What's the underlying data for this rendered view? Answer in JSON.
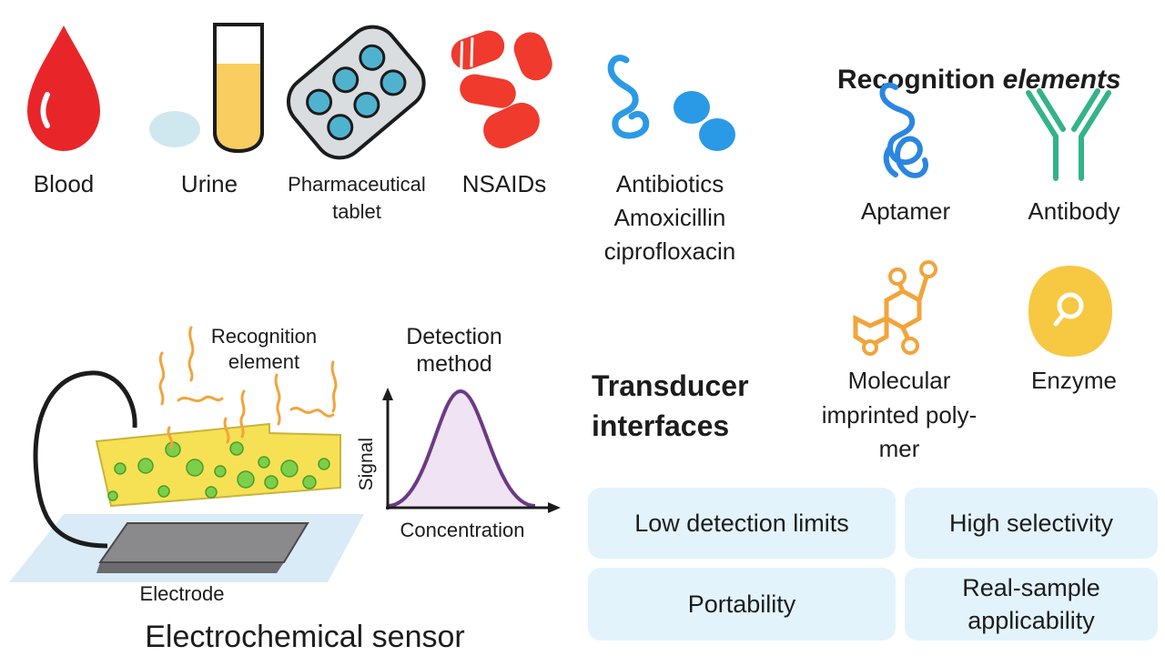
{
  "samples": [
    {
      "label": "Blood",
      "icon": "blood-drop-icon"
    },
    {
      "label": "Urine",
      "icon": "urine-tube-icon"
    },
    {
      "label": "Pharmaceutical\ntablet",
      "icon": "pill-blister-icon"
    },
    {
      "label": "NSAIDs",
      "icon": "capsules-icon"
    },
    {
      "label": "Antibiotics\nAmoxicillin\nciprofloxacin",
      "icon": "antibiotic-molecule-icon"
    }
  ],
  "recognition": {
    "title_prefix": "Recognition ",
    "title_emphasis": "elements",
    "items": [
      {
        "label": "Aptamer",
        "icon": "aptamer-icon"
      },
      {
        "label": "Antibody",
        "icon": "antibody-icon"
      },
      {
        "label": "Molecular\nimprinted poly-\nmer",
        "icon": "polymer-icon"
      },
      {
        "label": "Enzyme",
        "icon": "enzyme-icon"
      }
    ]
  },
  "transducer": {
    "title": "Transducer\ninterfaces"
  },
  "sensor": {
    "recognition_label": "Recognition\nelement",
    "detection_label": "Detection\nmethod",
    "electrode_label": "Electrode",
    "caption": "Electrochemical sensor",
    "plot": {
      "ylabel": "Signal",
      "xlabel": "Concentration"
    }
  },
  "advantages": [
    "Low detection limits",
    "High selectivity",
    "Portability",
    "Real-sample\napplicability"
  ],
  "colors": {
    "blood": "#e8262a",
    "urine": "#f9cd5f",
    "tablet_dot": "#4fb3cf",
    "nsaid": "#ef3a2d",
    "antibiotic": "#2b9ae6",
    "aptamer": "#2a86e0",
    "antibody": "#33b38a",
    "polymer": "#f2a43a",
    "enzyme": "#f7c842",
    "sensor_layer": "#f6e154",
    "particle": "#7ccf4a",
    "curve": "#6b3a85",
    "badge": "#e3f3fb"
  }
}
